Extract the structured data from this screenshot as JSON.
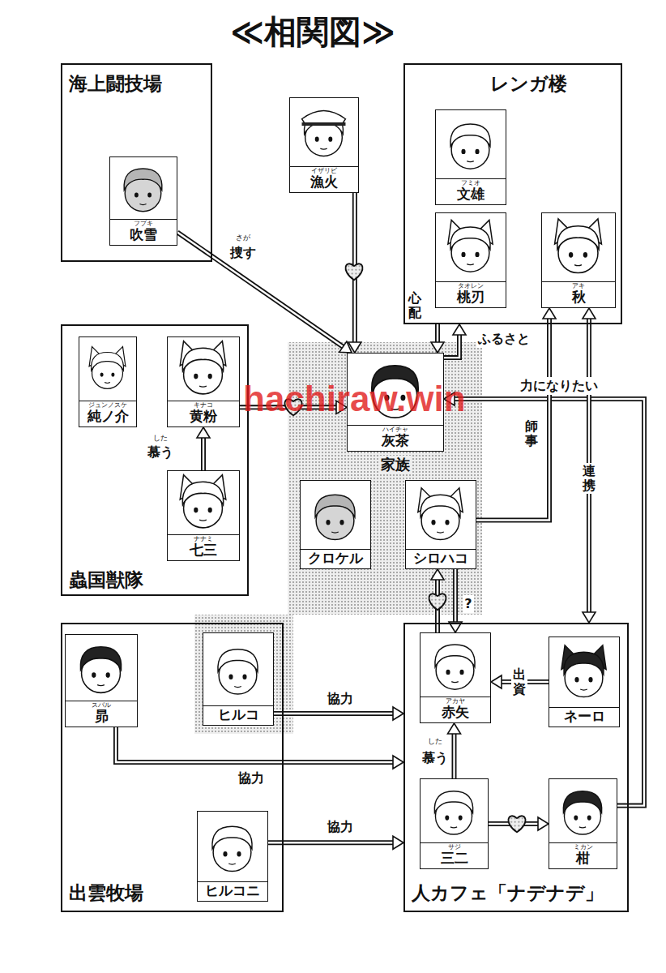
{
  "diagram": {
    "title": "≪相関図≫",
    "nodes": [
      {
        "text": [
          "海上闘技場"
        ]
      },
      {
        "text": [
          "フブキ",
          "吹雪"
        ],
        "in": 0
      },
      {
        "text": [
          "イザリビ",
          "漁火"
        ]
      },
      {
        "text": [
          "レンガ楼"
        ]
      },
      {
        "text": [
          "フミオ",
          "文雄"
        ],
        "in": 3
      },
      {
        "text": [
          "タオレン",
          "桃刃"
        ],
        "in": 3
      },
      {
        "text": [
          "アキ",
          "秋"
        ],
        "in": 3
      },
      {
        "text": [
          "蟲国獣隊"
        ]
      },
      {
        "text": [
          "ジュンノスケ",
          "純ノ介"
        ],
        "in": 7
      },
      {
        "text": [
          "キナコ",
          "黄粉"
        ],
        "in": 7
      },
      {
        "text": [
          "ナナミ",
          "七三"
        ],
        "in": 7
      },
      {
        "text": [
          "家族"
        ]
      },
      {
        "text": [
          "ハイチャ",
          "灰茶"
        ],
        "in": 11
      },
      {
        "text": [
          "クロケル"
        ],
        "in": 11
      },
      {
        "text": [
          "シロハコ"
        ],
        "in": 11
      },
      {
        "text": [
          "出雲牧場"
        ]
      },
      {
        "text": [
          "スバル",
          "昴"
        ],
        "in": 15
      },
      {
        "text": [
          "ヒルコ"
        ],
        "in": 15
      },
      {
        "text": [
          "ヒルコニ"
        ],
        "in": 15
      },
      {
        "text": [
          "人カフェ「ナデナデ」"
        ]
      },
      {
        "text": [
          "アカヤ",
          "赤矢"
        ],
        "in": 19
      },
      {
        "text": [
          "ネーロ"
        ],
        "in": 19
      },
      {
        "text": [
          "サジ",
          "三二"
        ],
        "in": 19
      },
      {
        "text": [
          "ミカン",
          "柑"
        ],
        "in": 19
      }
    ],
    "edges": [
      {
        "from": 1,
        "to": 12,
        "arrow": "to",
        "label": "捜す"
      },
      {
        "from": 2,
        "to": 12,
        "arrow": "to"
      },
      {
        "from": 9,
        "to": 12,
        "arrow": "to"
      },
      {
        "from": 10,
        "to": 9,
        "arrow": "to",
        "label": "慕う"
      },
      {
        "from": 3,
        "to": 12,
        "arrow": "to",
        "label": "心配"
      },
      {
        "from": 12,
        "to": 3,
        "arrow": "to",
        "label": "ふるさと"
      },
      {
        "from": 23,
        "to": 12,
        "arrow": "to",
        "label": "力になりたい"
      },
      {
        "from": 14,
        "to": 6,
        "arrow": "to",
        "label": "師事"
      },
      {
        "from": 6,
        "to": 19,
        "arrow": "both",
        "label": "連携"
      },
      {
        "from": 20,
        "to": 14,
        "arrow": "to"
      },
      {
        "from": 14,
        "to": 20,
        "arrow": "to",
        "label": "?"
      },
      {
        "from": 21,
        "to": 20,
        "arrow": "to",
        "label": "出資"
      },
      {
        "from": 17,
        "to": 19,
        "arrow": "to",
        "label": "協力"
      },
      {
        "from": 16,
        "to": 19,
        "arrow": "to",
        "label": "協力"
      },
      {
        "from": 18,
        "to": 19,
        "arrow": "to",
        "label": "協力"
      },
      {
        "from": 22,
        "to": 20,
        "arrow": "to",
        "label": "慕う"
      },
      {
        "from": 22,
        "to": 23,
        "arrow": "to"
      }
    ],
    "labels": [
      "さが",
      "した",
      "した",
      "hachiraw.win"
    ]
  }
}
